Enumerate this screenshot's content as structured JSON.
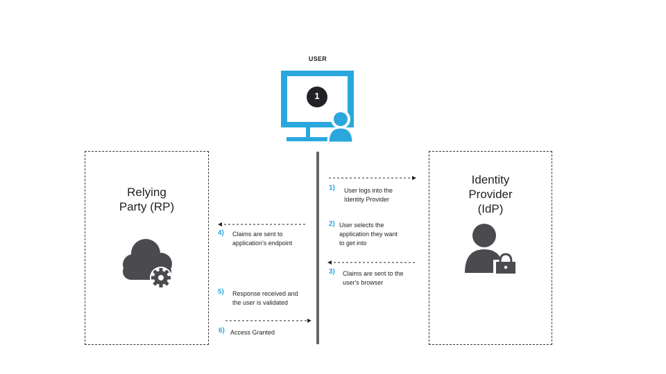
{
  "user_label": "USER",
  "monitor_badge": "1",
  "relying_party": {
    "title_line1": "Relying",
    "title_line2": "Party (RP)"
  },
  "identity_provider": {
    "title_line1": "Identity",
    "title_line2": "Provider",
    "title_line3": "(IdP)"
  },
  "steps": [
    {
      "num": "1)",
      "line1": "User logs into the",
      "line2": "Identity Provider"
    },
    {
      "num": "2)",
      "line1": "User selects the",
      "line2": "application they want",
      "line3": "to get into"
    },
    {
      "num": "3)",
      "line1": "Claims are sent to the",
      "line2": "user's browser"
    },
    {
      "num": "4)",
      "line1": "Claims are sent  to",
      "line2": "application's endpoint"
    },
    {
      "num": "5)",
      "line1": "Response received and",
      "line2": "the user is validated"
    },
    {
      "num": "6)",
      "line1": "Access Granted"
    }
  ],
  "colors": {
    "accent": "#2aa7dd",
    "icon_gray": "#4a4a4f",
    "dark": "#222226"
  }
}
